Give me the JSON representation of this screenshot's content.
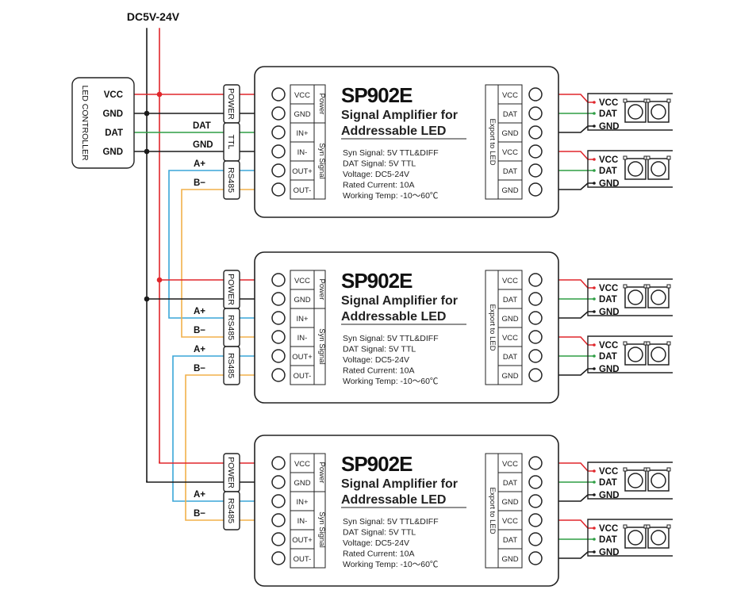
{
  "supply_label": "DC5V-24V",
  "controller": {
    "name": "LED CONTROLLER",
    "pins": [
      "VCC",
      "GND",
      "DAT",
      "GND"
    ]
  },
  "wire_labels": {
    "dat": "DAT",
    "gnd": "GND",
    "a_plus": "A+",
    "b_minus": "B−"
  },
  "port_group_labels": {
    "power": "POWER",
    "ttl": "TTL",
    "rs485": "RS485"
  },
  "unit": {
    "model": "SP902E",
    "subtitle_line1": "Signal Amplifier for",
    "subtitle_line2": "Addressable LED",
    "input_terminals": [
      "VCC",
      "GND",
      "IN+",
      "IN-",
      "OUT+",
      "OUT-"
    ],
    "power_label": "Power",
    "syn_signal_label": "Syn Signal",
    "export_label": "Export to LED",
    "output_terminals": [
      "VCC",
      "DAT",
      "GND",
      "VCC",
      "DAT",
      "GND"
    ]
  },
  "units": [
    {
      "specs": [
        "Syn Signal: 5V TTL&DIFF",
        "DAT Signal: 5V TTL",
        "Voltage: DC5-24V",
        "Rated Current: 10A",
        "Working Temp: -10～60℃"
      ]
    },
    {
      "specs": [
        "Syn Signal: 5V TTL&DIFF",
        "DAT Signal: 5V TTL",
        "Voltage: DC5-24V",
        "Rated Current: 10A",
        "Working Temp: -10～60℃"
      ]
    },
    {
      "specs": [
        "Syn Signal: 5V TTL&DIFF",
        "DAT Signal: 5V TTL",
        "Voltage: DC5-24V",
        "Rated Current: 10A",
        "Working Temp: -10～60℃"
      ]
    }
  ],
  "led_strip_pins": [
    "VCC",
    "DAT",
    "GND"
  ],
  "colors": {
    "vcc": "#e0262b",
    "gnd": "#1a1a1a",
    "dat": "#2e9e44",
    "a_plus": "#3aa6d8",
    "b_minus": "#f2b04a"
  }
}
